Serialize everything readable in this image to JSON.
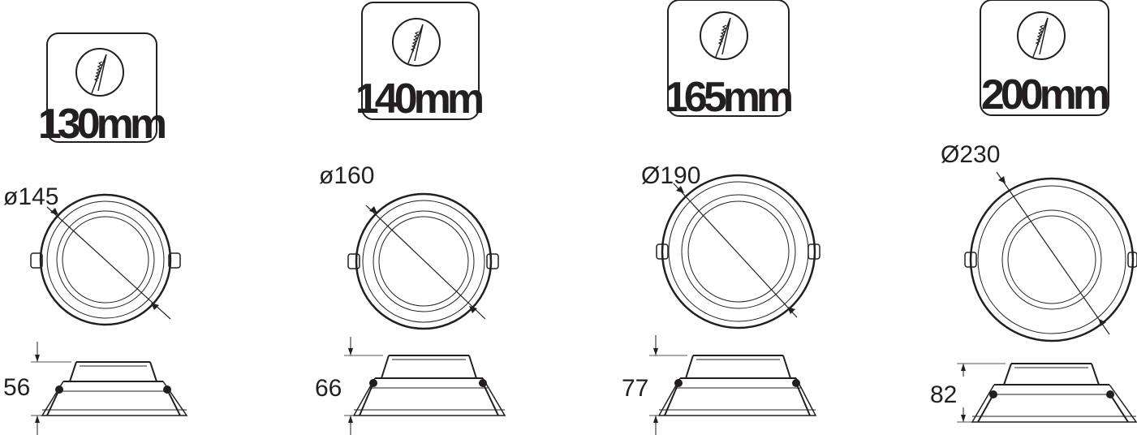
{
  "models": [
    {
      "cutout": "130mm",
      "diameter": "ø145",
      "height": "56"
    },
    {
      "cutout": "140mm",
      "diameter": "ø160",
      "height": "66"
    },
    {
      "cutout": "165mm",
      "diameter": "Ø190",
      "height": "77"
    },
    {
      "cutout": "200mm",
      "diameter": "Ø230",
      "height": "82"
    }
  ],
  "colors": {
    "line": "#231f20",
    "background": "#ffffff"
  },
  "icons": [
    "saw-icon"
  ]
}
